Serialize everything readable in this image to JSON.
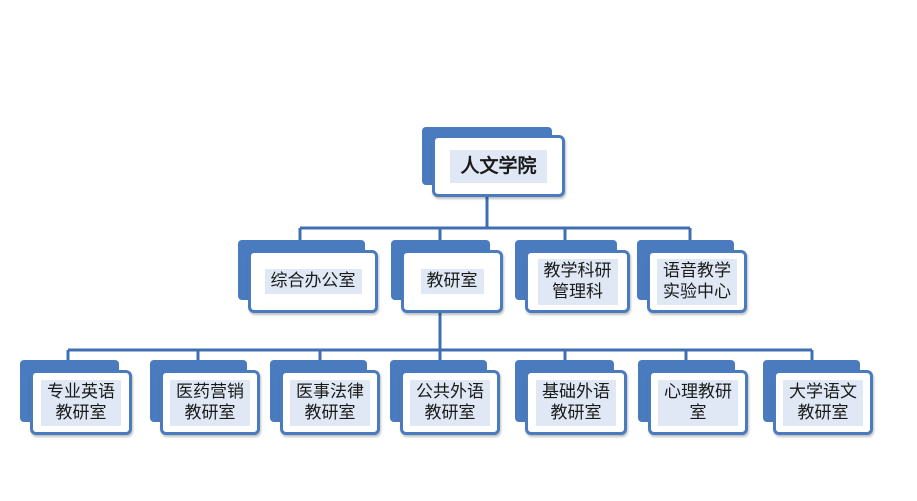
{
  "diagram": {
    "type": "org-chart",
    "root": {
      "label": "人文学院"
    },
    "level2": [
      {
        "label": "综合办公室"
      },
      {
        "label": "教研室"
      },
      {
        "label": "教学科研\n管理科"
      },
      {
        "label": "语音教学\n实验中心"
      }
    ],
    "level3": [
      {
        "label": "专业英语\n教研室"
      },
      {
        "label": "医药营销\n教研室"
      },
      {
        "label": "医事法律\n教研室"
      },
      {
        "label": "公共外语\n教研室"
      },
      {
        "label": "基础外语\n教研室"
      },
      {
        "label": "心理教研\n室"
      },
      {
        "label": "大学语文\n教研室"
      }
    ],
    "connections": [
      {
        "from": "人文学院",
        "to": [
          "综合办公室",
          "教研室",
          "教学科研管理科",
          "语音教学实验中心"
        ]
      },
      {
        "from": "教研室",
        "to": [
          "专业英语教研室",
          "医药营销教研室",
          "医事法律教研室",
          "公共外语教研室",
          "基础外语教研室",
          "心理教研室",
          "大学语文教研室"
        ]
      }
    ],
    "colors": {
      "border": "#4a7bbf",
      "fill": "#ffffff",
      "label_bg": "#dfe8f4",
      "line": "#3f6fb0"
    }
  }
}
